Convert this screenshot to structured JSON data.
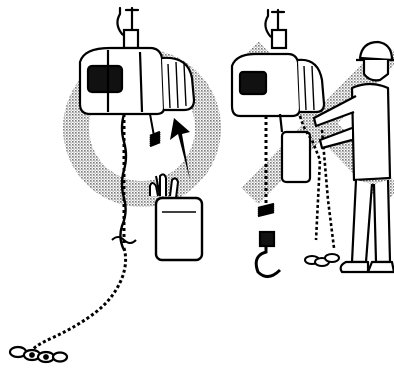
{
  "illustration": {
    "panels": [
      {
        "id": "correct-usage",
        "mark": "circle",
        "mark_color": "#9e9e9e"
      },
      {
        "id": "incorrect-usage",
        "mark": "cross",
        "mark_color": "#9e9e9e"
      }
    ],
    "line_color": "#000000",
    "fill_color": "#ffffff"
  }
}
